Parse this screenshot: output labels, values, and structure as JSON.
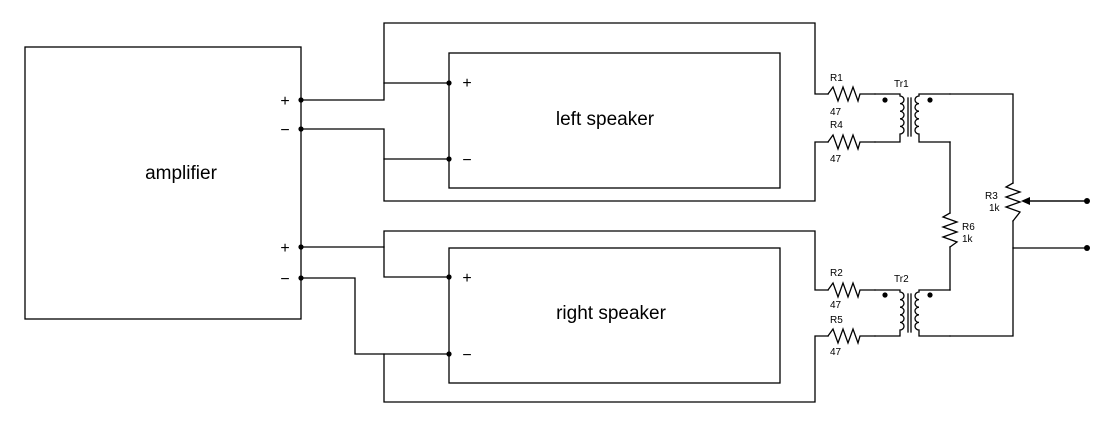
{
  "blocks": {
    "amplifier": "amplifier",
    "left_speaker": "left speaker",
    "right_speaker": "right speaker"
  },
  "polarity": {
    "plus": "+",
    "minus": "−"
  },
  "components": {
    "R1": {
      "ref": "R1",
      "value": "47"
    },
    "R4": {
      "ref": "R4",
      "value": "47"
    },
    "R2": {
      "ref": "R2",
      "value": "47"
    },
    "R5": {
      "ref": "R5",
      "value": "47"
    },
    "R6": {
      "ref": "R6",
      "value": "1k"
    },
    "R3": {
      "ref": "R3",
      "value": "1k"
    },
    "Tr1": {
      "ref": "Tr1"
    },
    "Tr2": {
      "ref": "Tr2"
    }
  }
}
